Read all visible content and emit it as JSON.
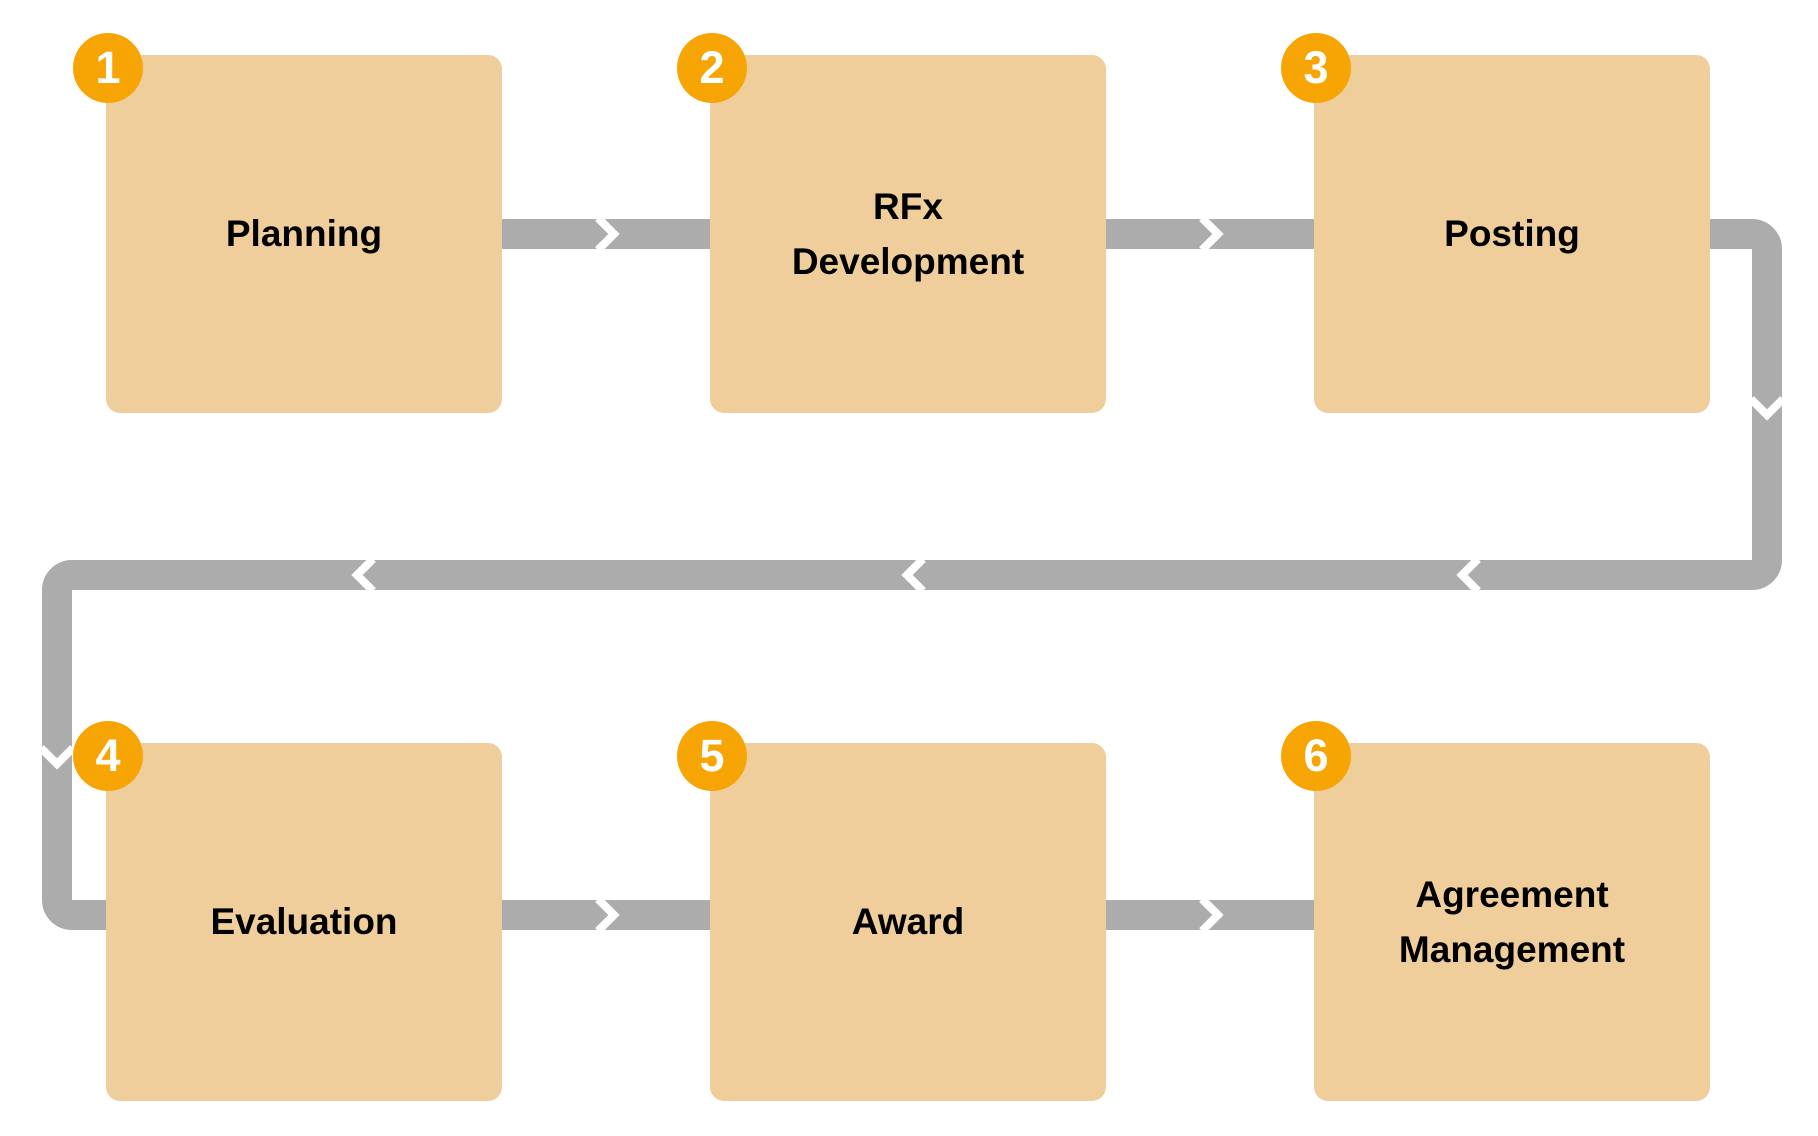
{
  "diagram": {
    "type": "process-flow",
    "steps": [
      {
        "number": "1",
        "label": "Planning"
      },
      {
        "number": "2",
        "label": "RFx\nDevelopment"
      },
      {
        "number": "3",
        "label": "Posting"
      },
      {
        "number": "4",
        "label": "Evaluation"
      },
      {
        "number": "5",
        "label": "Award"
      },
      {
        "number": "6",
        "label": "Agreement\nManagement"
      }
    ],
    "icons": {
      "forward": "chevron-right-icon",
      "return": "chevron-left-icon",
      "down": "chevron-down-icon"
    },
    "colors": {
      "background": "#FFFFFF",
      "box_fill": "#F0CE9C",
      "badge_fill": "#F6A505",
      "connector": "#ACACAC",
      "chevron": "#FFFFFF",
      "label_text": "#000000",
      "badge_text": "#FFFFFF"
    }
  }
}
